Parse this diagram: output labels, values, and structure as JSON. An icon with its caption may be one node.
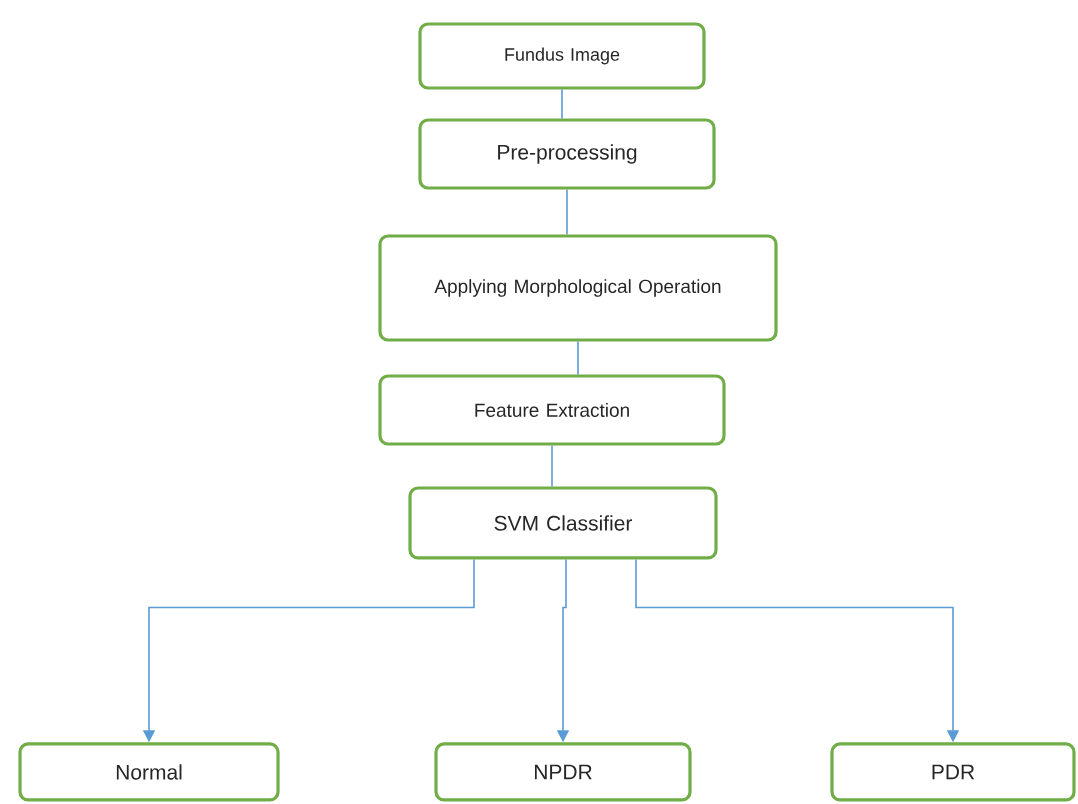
{
  "diagram": {
    "nodes": [
      {
        "text": [
          "Fundus Image"
        ]
      },
      {
        "text": [
          "Pre-processing"
        ]
      },
      {
        "text": [
          "Applying Morphological Operation"
        ]
      },
      {
        "text": [
          "Feature Extraction"
        ]
      },
      {
        "text": [
          "SVM Classifier"
        ]
      },
      {
        "text": [
          "Normal"
        ]
      },
      {
        "text": [
          "NPDR"
        ]
      },
      {
        "text": [
          "PDR"
        ]
      }
    ],
    "edges": [
      {
        "from": 0,
        "to": 1,
        "arrow": "none"
      },
      {
        "from": 1,
        "to": 2,
        "arrow": "none"
      },
      {
        "from": 2,
        "to": 3,
        "arrow": "none"
      },
      {
        "from": 3,
        "to": 4,
        "arrow": "none"
      },
      {
        "from": 4,
        "to": 5,
        "arrow": "to"
      },
      {
        "from": 4,
        "to": 6,
        "arrow": "to"
      },
      {
        "from": 4,
        "to": 7,
        "arrow": "to"
      }
    ]
  }
}
